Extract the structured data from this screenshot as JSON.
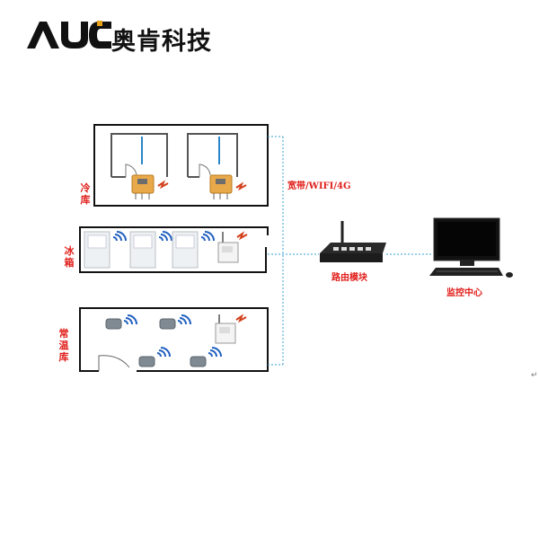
{
  "logo": {
    "brand_mark": "AUC",
    "company_name": "奥肯科技"
  },
  "zones": {
    "cold_storage": "冷库",
    "refrigerator": "冰箱",
    "room_temp_storage": "常温库"
  },
  "network": {
    "link_label": "宽带/WIFI/4G",
    "router_label": "路由模块",
    "monitor_label": "监控中心"
  },
  "colors": {
    "label_red": "#e0201c",
    "link_blue": "#3aa0d8",
    "logo_black": "#111111"
  },
  "trailing_mark": "↵"
}
